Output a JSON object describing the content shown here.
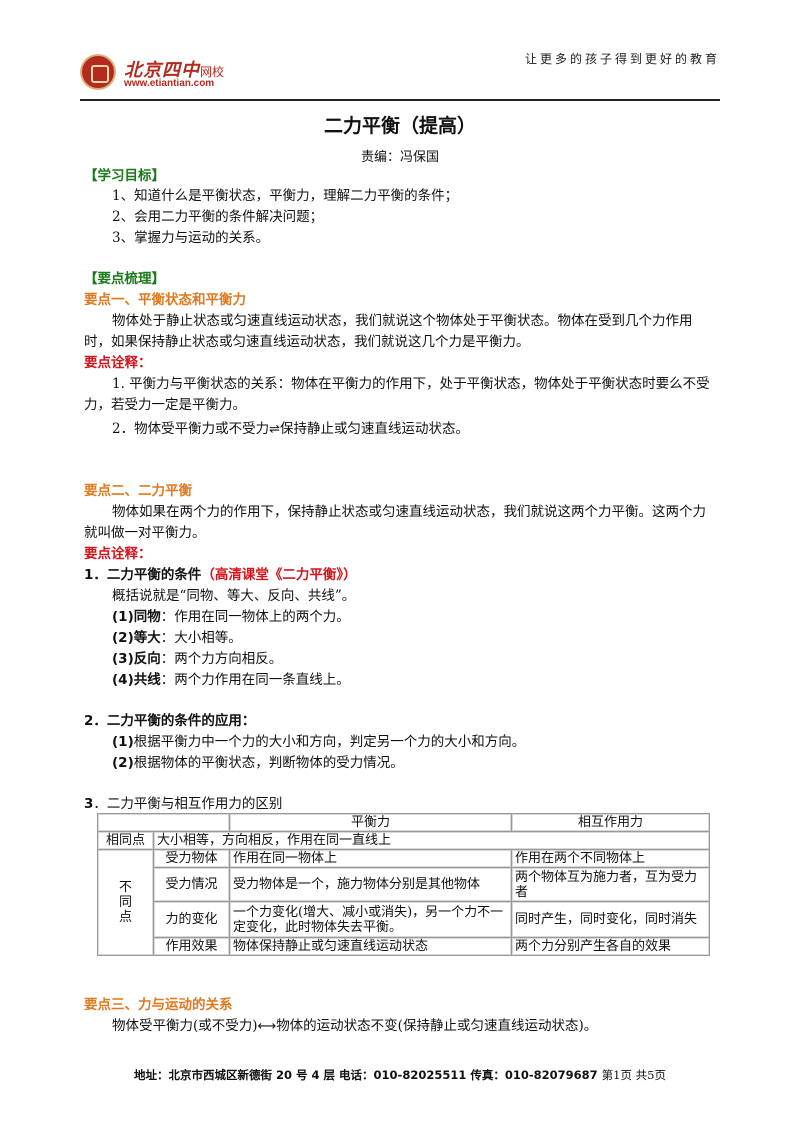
{
  "header": {
    "logo_name": "北京四中",
    "logo_suffix": "网校",
    "logo_url": "www.etiantian.com",
    "slogan": "让更多的孩子得到更好的教育"
  },
  "title": "二力平衡（提高）",
  "editor": "责编：冯保国",
  "goals": {
    "heading": "【学习目标】",
    "items": [
      "1、知道什么是平衡状态，平衡力，理解二力平衡的条件；",
      "2、会用二力平衡的条件解决问题；",
      "3、掌握力与运动的关系。"
    ]
  },
  "points": {
    "heading": "【要点梳理】",
    "p1": {
      "heading": "要点一、平衡状态和平衡力",
      "text1": "物体处于静止状态或匀速直线运动状态，我们就说这个物体处于平衡状态。物体在受到几个力作用",
      "text2": "时，如果保持静止状态或匀速直线运动状态，我们就说这几个力是平衡力。",
      "note_heading": "要点诠释：",
      "note1a": "1. 平衡力与平衡状态的关系：物体在平衡力的作用下，处于平衡状态，物体处于平衡状态时要么不受",
      "note1b": "力，若受力一定是平衡力。",
      "note2_pre": "2．物体受平衡力或不受力",
      "note2_arrow": "⇌",
      "note2_post": "保持静止或匀速直线运动状态。"
    },
    "p2": {
      "heading": "要点二、二力平衡",
      "text1": "物体如果在两个力的作用下，保持静止状态或匀速直线运动状态，我们就说这两个力平衡。这两个力",
      "text2": "就叫做一对平衡力。",
      "note_heading": "要点诠释：",
      "cond_heading": "1．二力平衡的条件",
      "cond_link": "（高清课堂《二力平衡》）",
      "summary": "概括说就是“同物、等大、反向、共线”。",
      "conds": [
        {
          "label": "(1)同物",
          "text": "：作用在同一物体上的两个力。"
        },
        {
          "label": "(2)等大",
          "text": "：大小相等。"
        },
        {
          "label": "(3)反向",
          "text": "：两个力方向相反。"
        },
        {
          "label": "(4)共线",
          "text": "：两个力作用在同一条直线上。"
        }
      ],
      "apply_heading": "2．二力平衡的条件的应用：",
      "applies": [
        {
          "label": "(1)",
          "text": "根据平衡力中一个力的大小和方向，判定另一个力的大小和方向。"
        },
        {
          "label": "(2)",
          "text": "根据物体的平衡状态，判断物体的受力情况。"
        }
      ],
      "diff_heading_num": "3",
      "diff_heading": "．二力平衡与相互作用力的区别"
    },
    "p3": {
      "heading": "要点三、力与运动的关系",
      "text_pre": "物体受平衡力(或不受力)",
      "text_arrow": "⟷",
      "text_post": "物体的运动状态不变(保持静止或匀速直线运动状态)。"
    }
  },
  "table": {
    "col_balance": "平衡力",
    "col_interaction": "相互作用力",
    "same_label": "相同点",
    "same_text": "大小相等，方向相反，作用在同一直线上",
    "diff_label": [
      "不",
      "同",
      "点"
    ],
    "rows": [
      {
        "item": "受力物体",
        "balance": "作用在同一物体上",
        "interaction": "作用在两个不同物体上"
      },
      {
        "item": "受力情况",
        "balance": "受力物体是一个，施力物体分别是其他物体",
        "interaction": "两个物体互为施力者，互为受力者"
      },
      {
        "item": "力的变化",
        "balance": "一个力变化(增大、减小或消失)，另一个力不一定变化，此时物体失去平衡。",
        "interaction": "同时产生，同时变化，同时消失"
      },
      {
        "item": "作用效果",
        "balance": "物体保持静止或匀速直线运动状态",
        "interaction": "两个力分别产生各自的效果"
      }
    ]
  },
  "footer": {
    "address": "地址：北京市西城区新德街 20 号 4 层  电话：010-82025511  传真：010-82079687",
    "page": "第1页  共5页"
  }
}
